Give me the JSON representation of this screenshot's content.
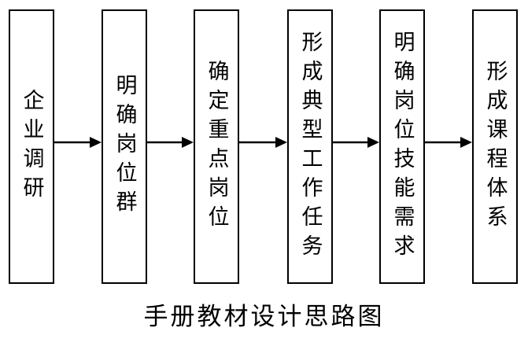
{
  "steps": [
    {
      "label": "企业调研"
    },
    {
      "label": "明确岗位群"
    },
    {
      "label": "确定重点岗位"
    },
    {
      "label": "形成典型工作任务"
    },
    {
      "label": "明确岗位技能需求"
    },
    {
      "label": "形成课程体系"
    }
  ],
  "caption": "手册教材设计思路图",
  "colors": {
    "stroke": "#000000",
    "background": "#ffffff"
  }
}
